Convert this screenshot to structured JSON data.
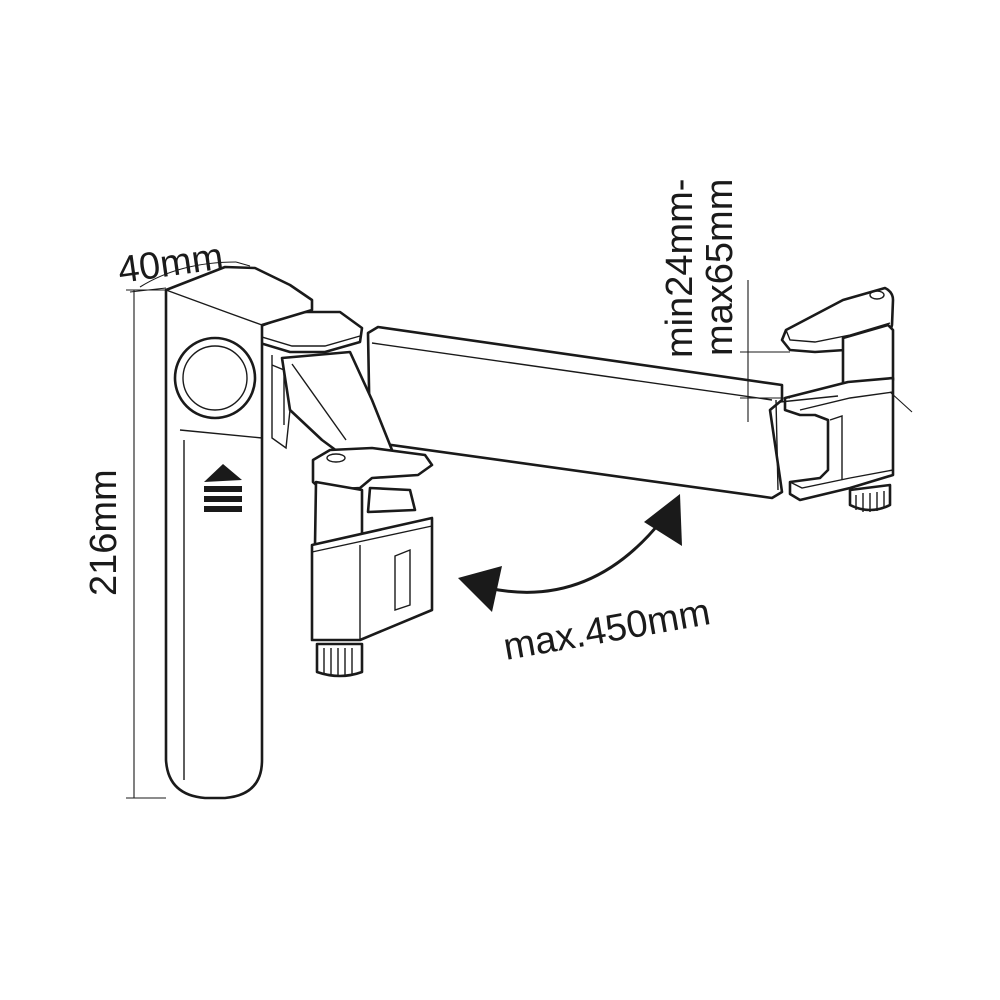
{
  "dimensions": {
    "width_label": "40mm",
    "height_label": "216mm",
    "reach_label": "max.450mm",
    "clamp_min_label": "min24mm-",
    "clamp_max_label": "max65mm"
  },
  "colors": {
    "line": "#1a1a1a",
    "background": "#ffffff"
  },
  "icons": [
    "up-arrow-icon",
    "swing-arrow-icon"
  ]
}
